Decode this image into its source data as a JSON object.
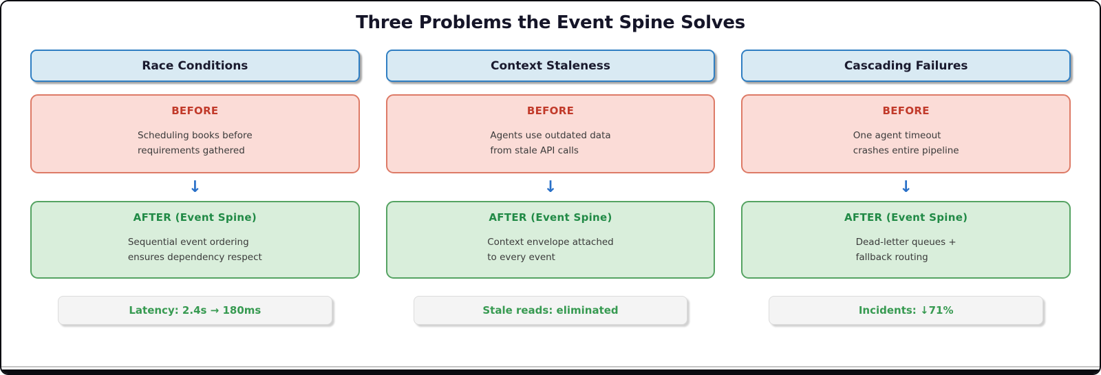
{
  "title": "Three Problems the Event Spine Solves",
  "arrow_glyph": "↓",
  "theme": {
    "header_fill": "#d9eaf3",
    "header_border": "#2f7ec2",
    "before_fill": "#fbdcd7",
    "before_border": "#dd7a66",
    "before_label_color": "#c13a2a",
    "after_fill": "#d9eedb",
    "after_border": "#55a362",
    "after_label_color": "#218a46",
    "arrow_color": "#2970c8",
    "metric_text_color": "#379a51",
    "title_color": "#151528"
  },
  "columns": [
    {
      "header": "Race Conditions",
      "before_label": "BEFORE",
      "before_lines": [
        "Scheduling books before",
        "requirements gathered"
      ],
      "after_label": "AFTER (Event Spine)",
      "after_lines": [
        "Sequential event ordering",
        "ensures dependency respect"
      ],
      "metric": "Latency: 2.4s → 180ms"
    },
    {
      "header": "Context Staleness",
      "before_label": "BEFORE",
      "before_lines": [
        "Agents use outdated data",
        "from stale API calls"
      ],
      "after_label": "AFTER (Event Spine)",
      "after_lines": [
        "Context envelope attached",
        "to every event"
      ],
      "metric": "Stale reads: eliminated"
    },
    {
      "header": "Cascading Failures",
      "before_label": "BEFORE",
      "before_lines": [
        "One agent timeout",
        "crashes entire pipeline"
      ],
      "after_label": "AFTER (Event Spine)",
      "after_lines": [
        "Dead-letter queues +",
        "fallback routing"
      ],
      "metric": "Incidents: ↓71%"
    }
  ]
}
